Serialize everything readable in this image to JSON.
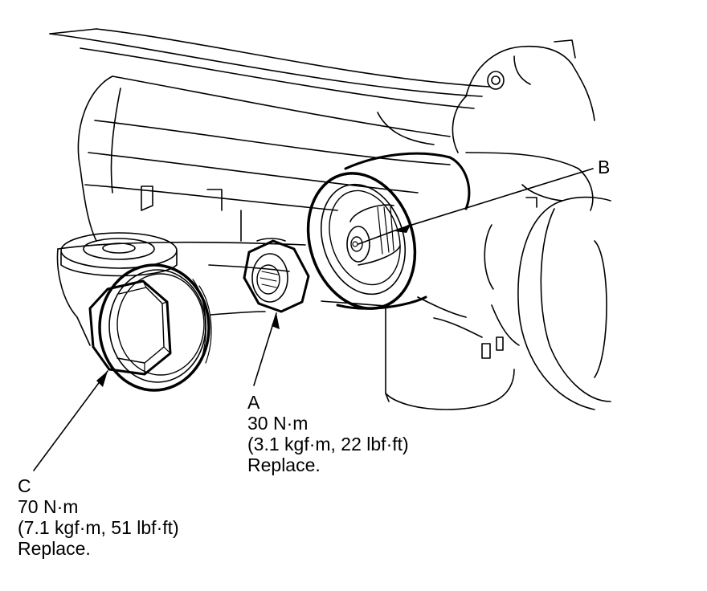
{
  "callouts": {
    "a": {
      "letter": "A",
      "torque": "30 N·m",
      "torque_alt": "(3.1 kgf·m, 22 lbf·ft)",
      "note": "Replace."
    },
    "b": {
      "letter": "B"
    },
    "c": {
      "letter": "C",
      "torque": "70 N·m",
      "torque_alt": "(7.1 kgf·m, 51 lbf·ft)",
      "note": "Replace."
    }
  },
  "colors": {
    "ink": "#000000",
    "paper": "#ffffff"
  }
}
